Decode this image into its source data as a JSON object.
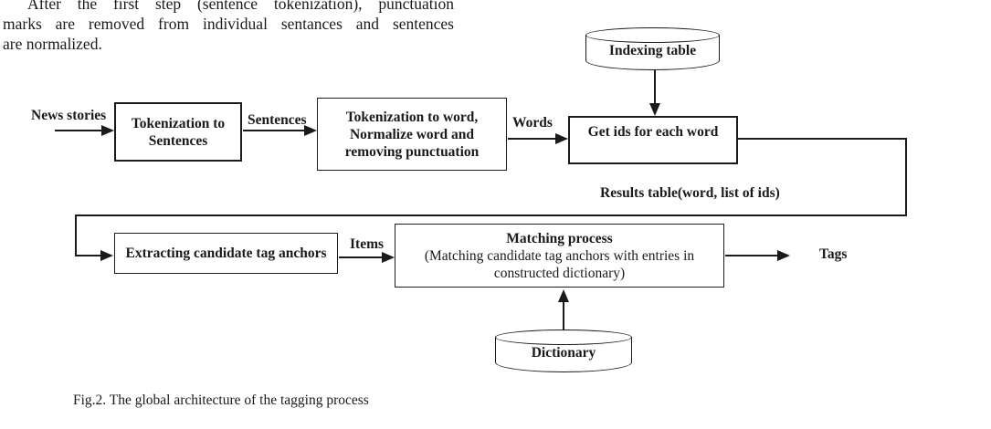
{
  "page": {
    "background": "#ffffff",
    "ink_color": "#1a1a1a"
  },
  "paragraph": {
    "line1": "After the first step (sentence tokenization), punctuation",
    "line2": "marks are removed from individual sentances and sentences",
    "line3": "are normalized."
  },
  "diagram": {
    "datastores": {
      "indexing_table": "Indexing table",
      "dictionary": "Dictionary"
    },
    "boxes": {
      "tokenize_sentences_line1": "Tokenization to",
      "tokenize_sentences_line2": "Sentences",
      "tokenize_words_line1": "Tokenization to word,",
      "tokenize_words_line2": "Normalize word and",
      "tokenize_words_line3": "removing punctuation",
      "get_ids": "Get ids for each word",
      "extract_anchors": "Extracting candidate tag anchors",
      "matching_title": "Matching process",
      "matching_line2": "(Matching candidate tag anchors with entries in",
      "matching_line3": "constructed dictionary)"
    },
    "edge_labels": {
      "input": "News stories",
      "sentences": "Sentences",
      "words": "Words",
      "results": "Results table(word, list of ids)",
      "items": "Items",
      "output": "Tags"
    }
  },
  "caption": "Fig.2. The global architecture of the tagging process"
}
